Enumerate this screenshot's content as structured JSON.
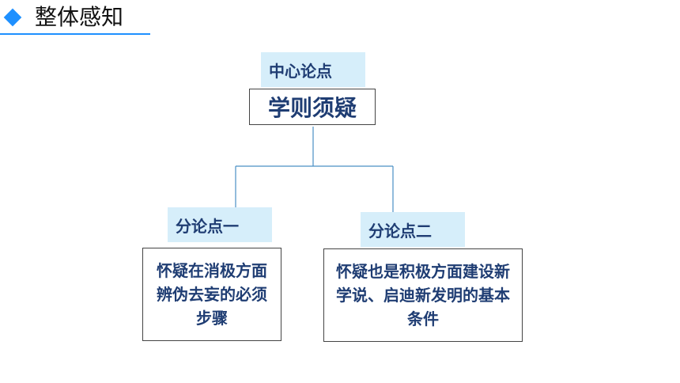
{
  "header": {
    "icon": "diamond-icon",
    "title": "整体感知",
    "accent_color": "#1e90ff"
  },
  "diagram": {
    "center": {
      "tag": "中心论点",
      "text": "学则须疑"
    },
    "branches": [
      {
        "tag": "分论点一",
        "text": "怀疑在消极方面辨伪去妄的必须步骤"
      },
      {
        "tag": "分论点二",
        "text": "怀疑也是积极方面建设新学说、启迪新发明的基本条件"
      }
    ],
    "tag_color": "#d6eefa",
    "text_color": "#1f3d73"
  }
}
